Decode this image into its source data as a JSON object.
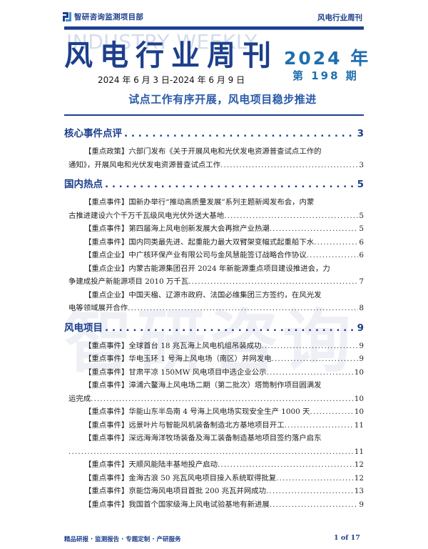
{
  "header": {
    "brand": "智研咨询监测项目部",
    "running_title": "风电行业周刊"
  },
  "masthead": {
    "ghost_text": "INDUSTRY WEEKLY",
    "title": "风电行业周刊",
    "year": "2024 年",
    "issue": "第 198 期",
    "date_range": "2024 年 6 月 3 日-2024 年 6 月 9 日",
    "subtitle": "试点工作有序开展，风电项目稳步推进"
  },
  "toc": {
    "sections": [
      {
        "title": "核心事件点评",
        "page": "3",
        "entries": [
          {
            "line1": "【重点政策】六部门发布《关于开展风电和光伏发电资源普查试点工作的",
            "line2": "通知》，开展风电和光伏发电资源普查试点工作",
            "page": "3"
          }
        ]
      },
      {
        "title": "国内热点",
        "page": "5",
        "entries": [
          {
            "line1": "【重点事件】国新办举行“推动高质量发展”系列主题新闻发布会，内蒙",
            "line2": "古推进建设六个千万千瓦级风电光伏外送大基地",
            "page": "5"
          },
          {
            "text": "【重点事件】第四届海上风电创新发展大会再掀产业热潮",
            "page": "5"
          },
          {
            "text": "【重点事件】国内同类最先进、起重能力最大双臂架变幅式起重船下水",
            "page": "6"
          },
          {
            "text": "【重点企业】中广核环保产业有限公司与金风慧能签订战略合作协议",
            "page": "6"
          },
          {
            "line1": "【重点企业】内蒙古能源集团召开 2024 年新能源重点项目建设推进会，力",
            "line2": "争建成投产新能源项目 2010 万千瓦",
            "page": "7"
          },
          {
            "line1": "【重点企业】中国天楹、辽源市政府、法国必维集团三方签约，在风光发",
            "line2": "电等领域展开合作",
            "page": "8"
          }
        ]
      },
      {
        "title": "风电项目",
        "page": "9",
        "entries": [
          {
            "text": "【重点事件】全球首台 18 兆瓦海上风电机组吊装成功",
            "page": "9"
          },
          {
            "text": "【重点事件】华电玉环 1 号海上风电场（南区）并网发电",
            "page": "9"
          },
          {
            "text": "【重点事件】甘肃平凉 150MW 风电项目中选企业公示",
            "page": "10"
          },
          {
            "line1": "【重点事件】漳浦六鳌海上风电场二期（第二批次）塔筒制作项目圆满发",
            "line2": "运完成",
            "page": "10"
          },
          {
            "text": "【重点事件】华能山东半岛南 4 号海上风电场实现安全生产 1000 天",
            "page": "10"
          },
          {
            "text": "【重点事件】远景叶片与智能风机装备制造北方基地项目开工",
            "page": "11"
          },
          {
            "line1": "【重点事件】深远海海洋牧场装备及海工装备制造基地项目签约落户启东",
            "line2": "",
            "page": "11"
          },
          {
            "text": "【重点事件】天顺风能陆丰基地投产启动",
            "page": "12"
          },
          {
            "text": "【重点事件】金海古浪 50 兆瓦风电项目接入系统取得批复",
            "page": "12"
          },
          {
            "text": "【重点事件】京能岱海风电项目首批 200 兆瓦并网成功",
            "page": "13"
          },
          {
            "text": "【重点事件】我国首个国家级海上风电试验基地有新进展",
            "page": "9"
          }
        ]
      }
    ]
  },
  "footer": {
    "services": "精品研报 · 监测报告 · 专题定制 · 产研服务",
    "pagination": "1 of 17"
  },
  "watermark": {
    "text": "智研咨询"
  },
  "colors": {
    "brand_navy": "#1d3f8c",
    "accent_blue": "#1f6fb0",
    "subtitle_blue": "#2a5aa8",
    "ghost": "#d4dcec"
  }
}
